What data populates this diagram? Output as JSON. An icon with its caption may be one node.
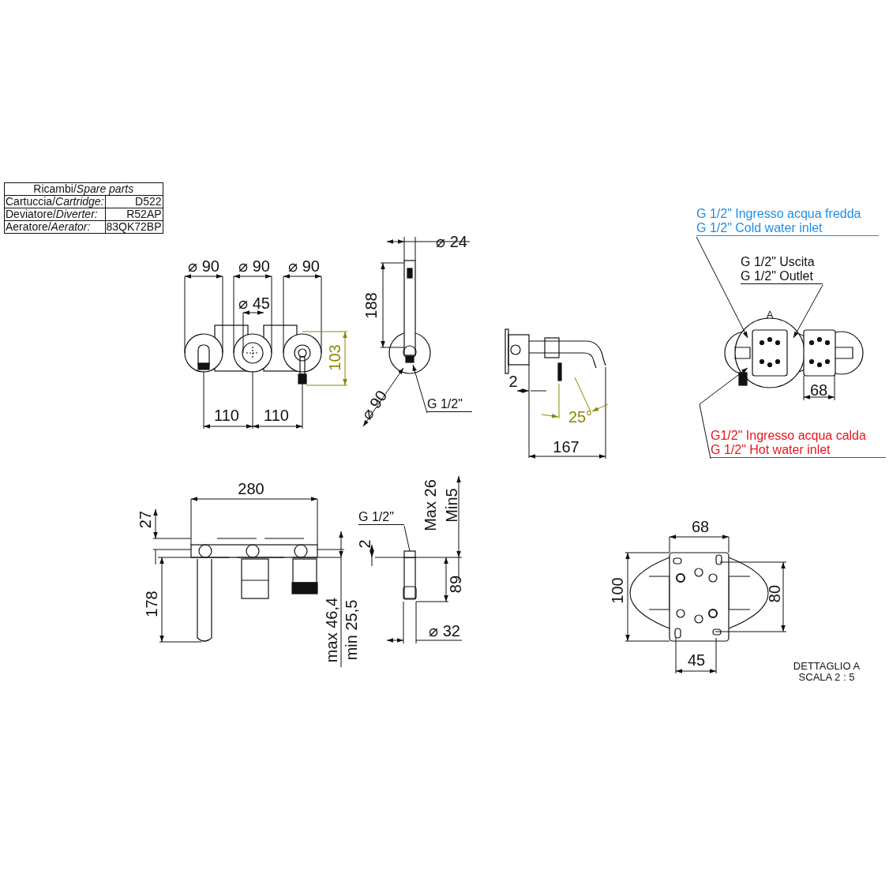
{
  "diagram": {
    "nodes": [
      {
        "text": [
          "G 1/2\" Ingresso acqua fredda",
          "G 1/2\" Cold water inlet"
        ]
      },
      {
        "text": [
          "G 1/2\" Uscita",
          "G 1/2\" Outlet"
        ]
      },
      {
        "text": [
          "G1/2\" Ingresso acqua calda",
          "G 1/2\" Hot water inlet"
        ]
      },
      {
        "text": [
          "G 1/2\""
        ]
      },
      {
        "text": [
          "G 1/2\""
        ]
      },
      {
        "text": [],
        "shape": "box"
      }
    ],
    "edges": [
      {
        "from": 0,
        "to": null,
        "arrow": "to"
      },
      {
        "from": 1,
        "to": null,
        "arrow": "to"
      },
      {
        "from": 2,
        "to": null,
        "arrow": "to"
      },
      {
        "from": 3,
        "to": null,
        "arrow": "to"
      },
      {
        "from": 4,
        "to": 5,
        "arrow": "none"
      }
    ],
    "labels": [
      "Ricambi/*Spare parts*",
      "Cartuccia/*Cartridge:*",
      "D522",
      "Deviatore/*Diverter:*",
      "R52AP",
      "Aeratore/*Aerator:*",
      "83QK72BP",
      "⌀ 90",
      "⌀ 90",
      "⌀ 90",
      "⌀ 45",
      "103",
      "110",
      "110",
      "⌀ 24",
      "188",
      "⌀ 90",
      "2",
      "25°",
      "167",
      "A",
      "68",
      "280",
      "27",
      "178",
      "max 46,4",
      "min 25,5",
      "2",
      "Max 26",
      "Min5",
      "89",
      "⌀ 32",
      "68",
      "100",
      "80",
      "45",
      "DETTAGLIO A",
      "SCALA 2 : 5"
    ]
  }
}
